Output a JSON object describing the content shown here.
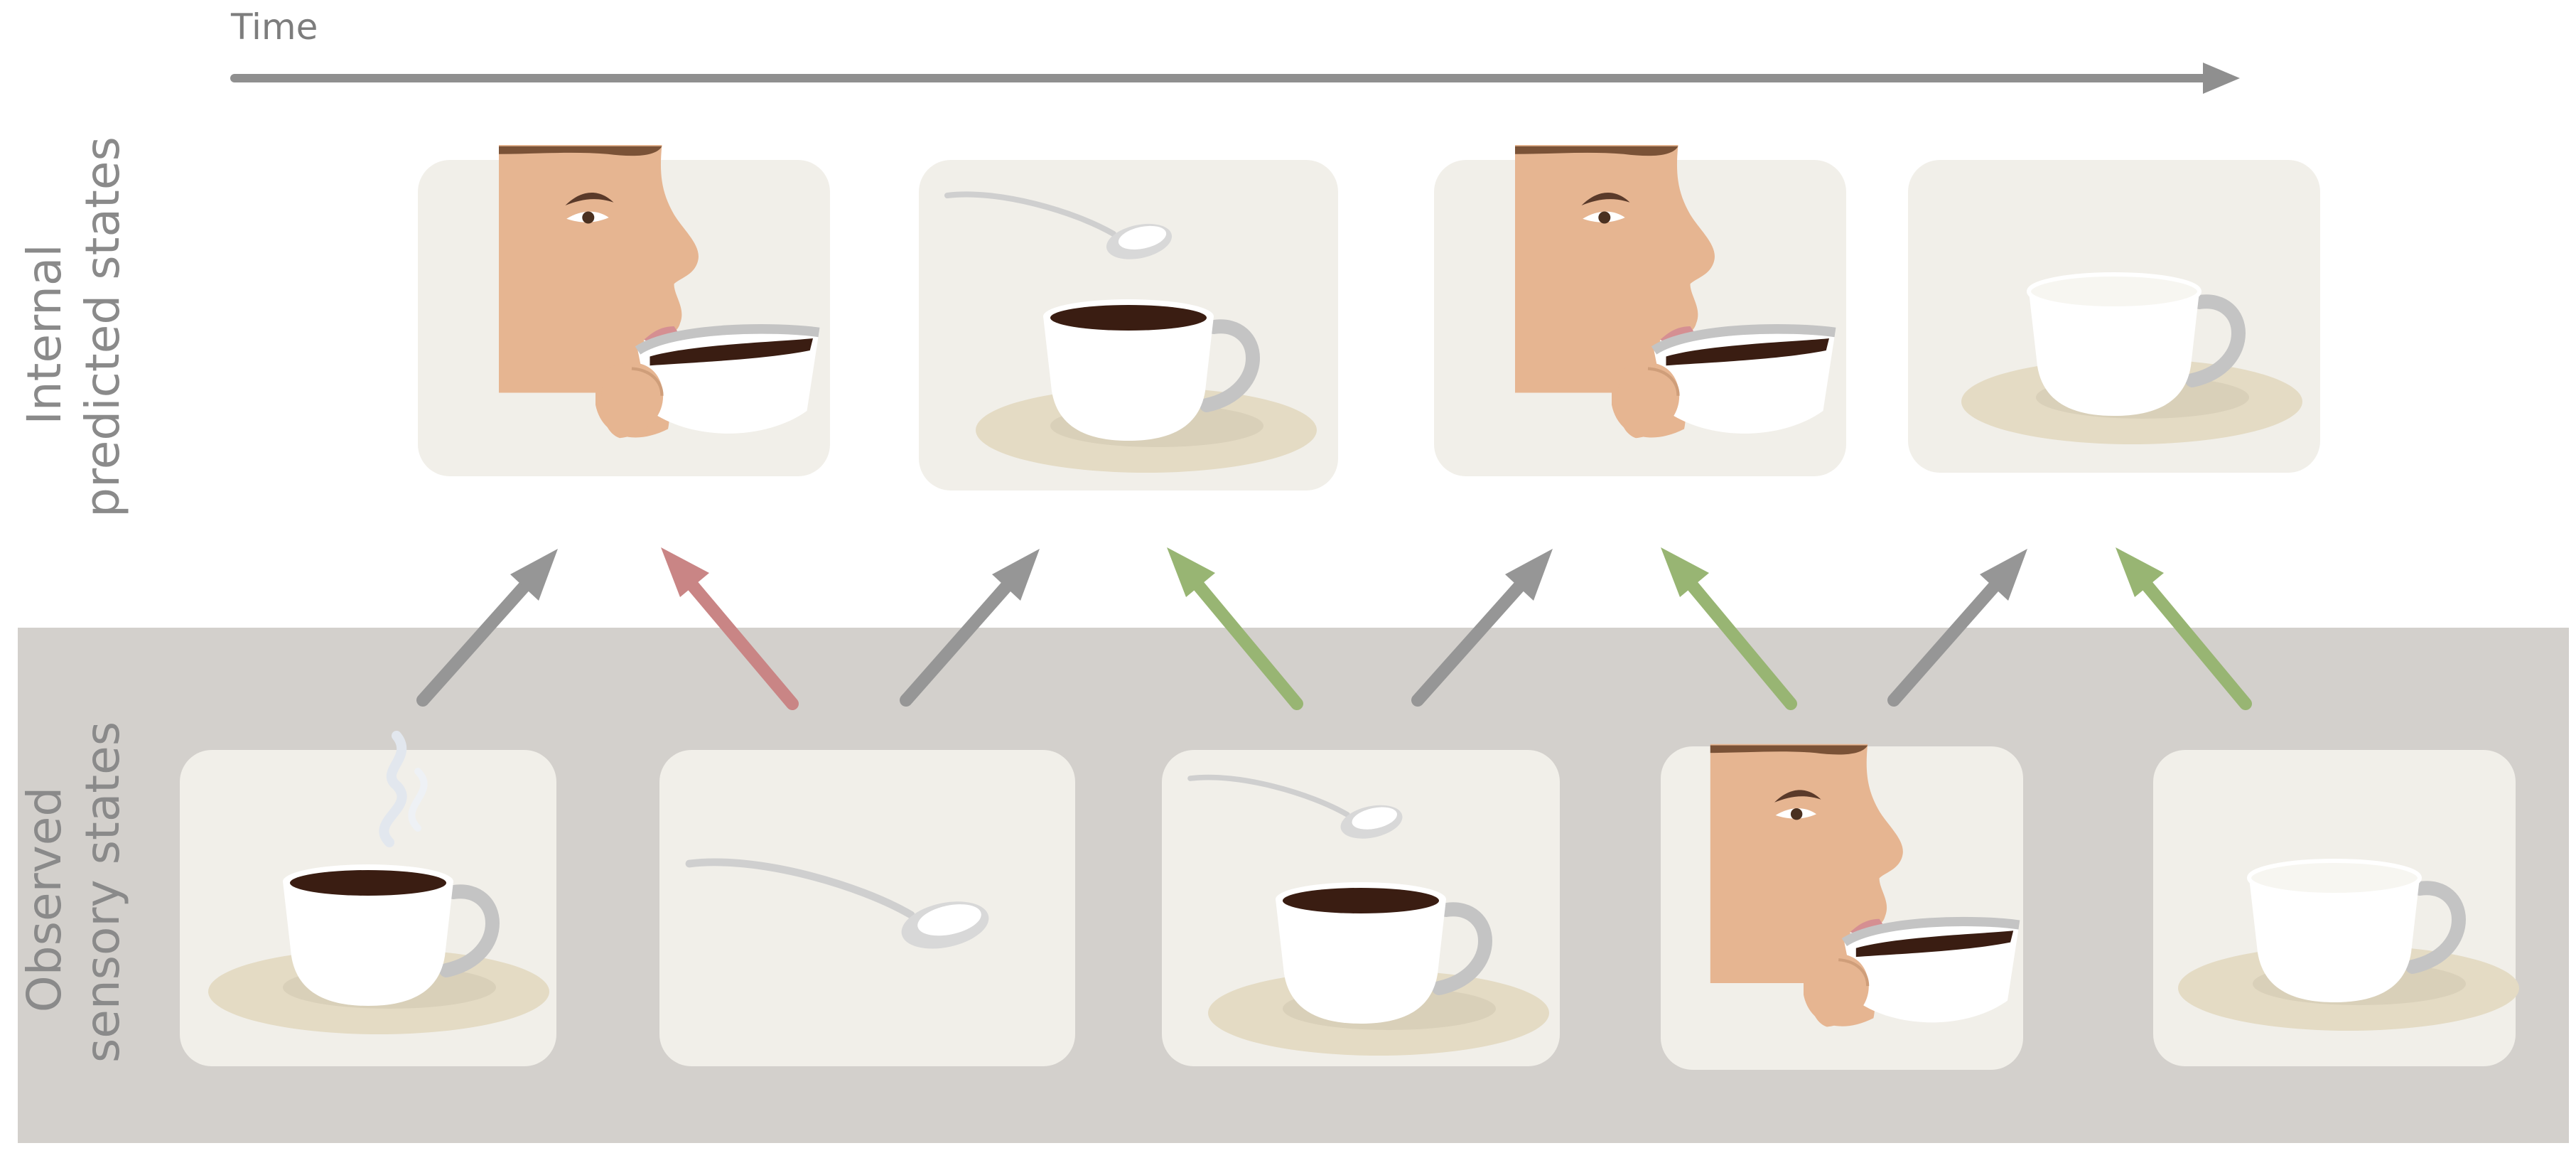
{
  "labels": {
    "time": "Time",
    "internal_line1": "Internal",
    "internal_line2": "predicted states",
    "observed_line1": "Observed",
    "observed_line2": "sensory states"
  },
  "colors": {
    "background": "#ffffff",
    "observed_band": "#d3d0cc",
    "panel": "#f1efe9",
    "axis_arrow": "#8f8f8f",
    "arrow_gray": "#969696",
    "arrow_red": "#c98585",
    "arrow_green": "#98b573",
    "skin": "#e6b591",
    "coffee": "#3a1d12",
    "cup": "#ffffff",
    "saucer": "#e4dbc4"
  },
  "predicted_panels": [
    {
      "scene": "drinking"
    },
    {
      "scene": "sugar-over-cup"
    },
    {
      "scene": "drinking"
    },
    {
      "scene": "empty-cup"
    }
  ],
  "observed_panels": [
    {
      "scene": "hot-coffee"
    },
    {
      "scene": "sugar-spoon"
    },
    {
      "scene": "sugar-over-cup"
    },
    {
      "scene": "drinking"
    },
    {
      "scene": "empty-cup"
    }
  ],
  "arrows": [
    {
      "type": "prediction",
      "color": "gray"
    },
    {
      "type": "error",
      "color": "red"
    },
    {
      "type": "prediction",
      "color": "gray"
    },
    {
      "type": "confirmation",
      "color": "green"
    },
    {
      "type": "prediction",
      "color": "gray"
    },
    {
      "type": "confirmation",
      "color": "green"
    },
    {
      "type": "prediction",
      "color": "gray"
    },
    {
      "type": "confirmation",
      "color": "green"
    }
  ]
}
